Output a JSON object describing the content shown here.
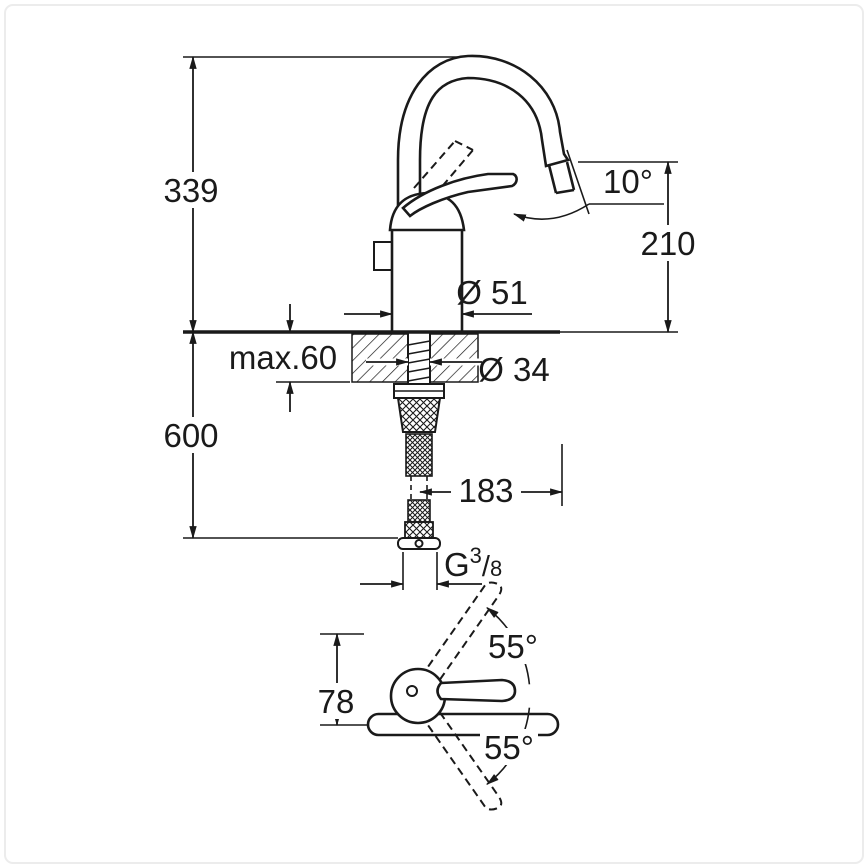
{
  "background": "#ffffff",
  "ink": "#1a1a1a",
  "side_view": {
    "overall_height": "339",
    "hose_length": "600",
    "spout_height": "210",
    "spout_angle": "10°",
    "body_diameter": "Ø 51",
    "max_deck_thickness": "max.60",
    "hole_diameter": "Ø 34",
    "spout_reach": "183",
    "thread": {
      "g": "G",
      "numerator": "3",
      "slash": "/",
      "denominator": "8"
    }
  },
  "plan_view": {
    "handle_angle_up": "55°",
    "handle_angle_down": "55°",
    "body_depth": "78"
  }
}
